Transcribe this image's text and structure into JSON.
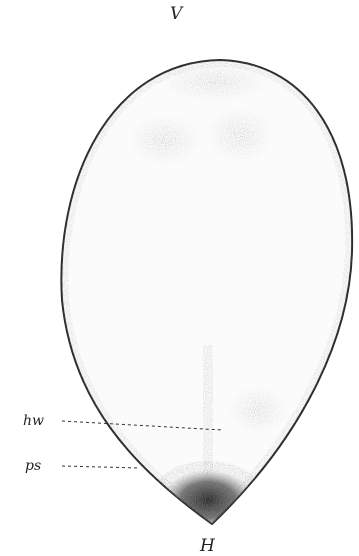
{
  "figure": {
    "labels": {
      "top": "V",
      "bottom": "H",
      "hw": "hw",
      "ps": "ps"
    },
    "colors": {
      "outline": "#2a2a2a",
      "stipple": "#6b6b6b",
      "background": "#ffffff"
    }
  }
}
